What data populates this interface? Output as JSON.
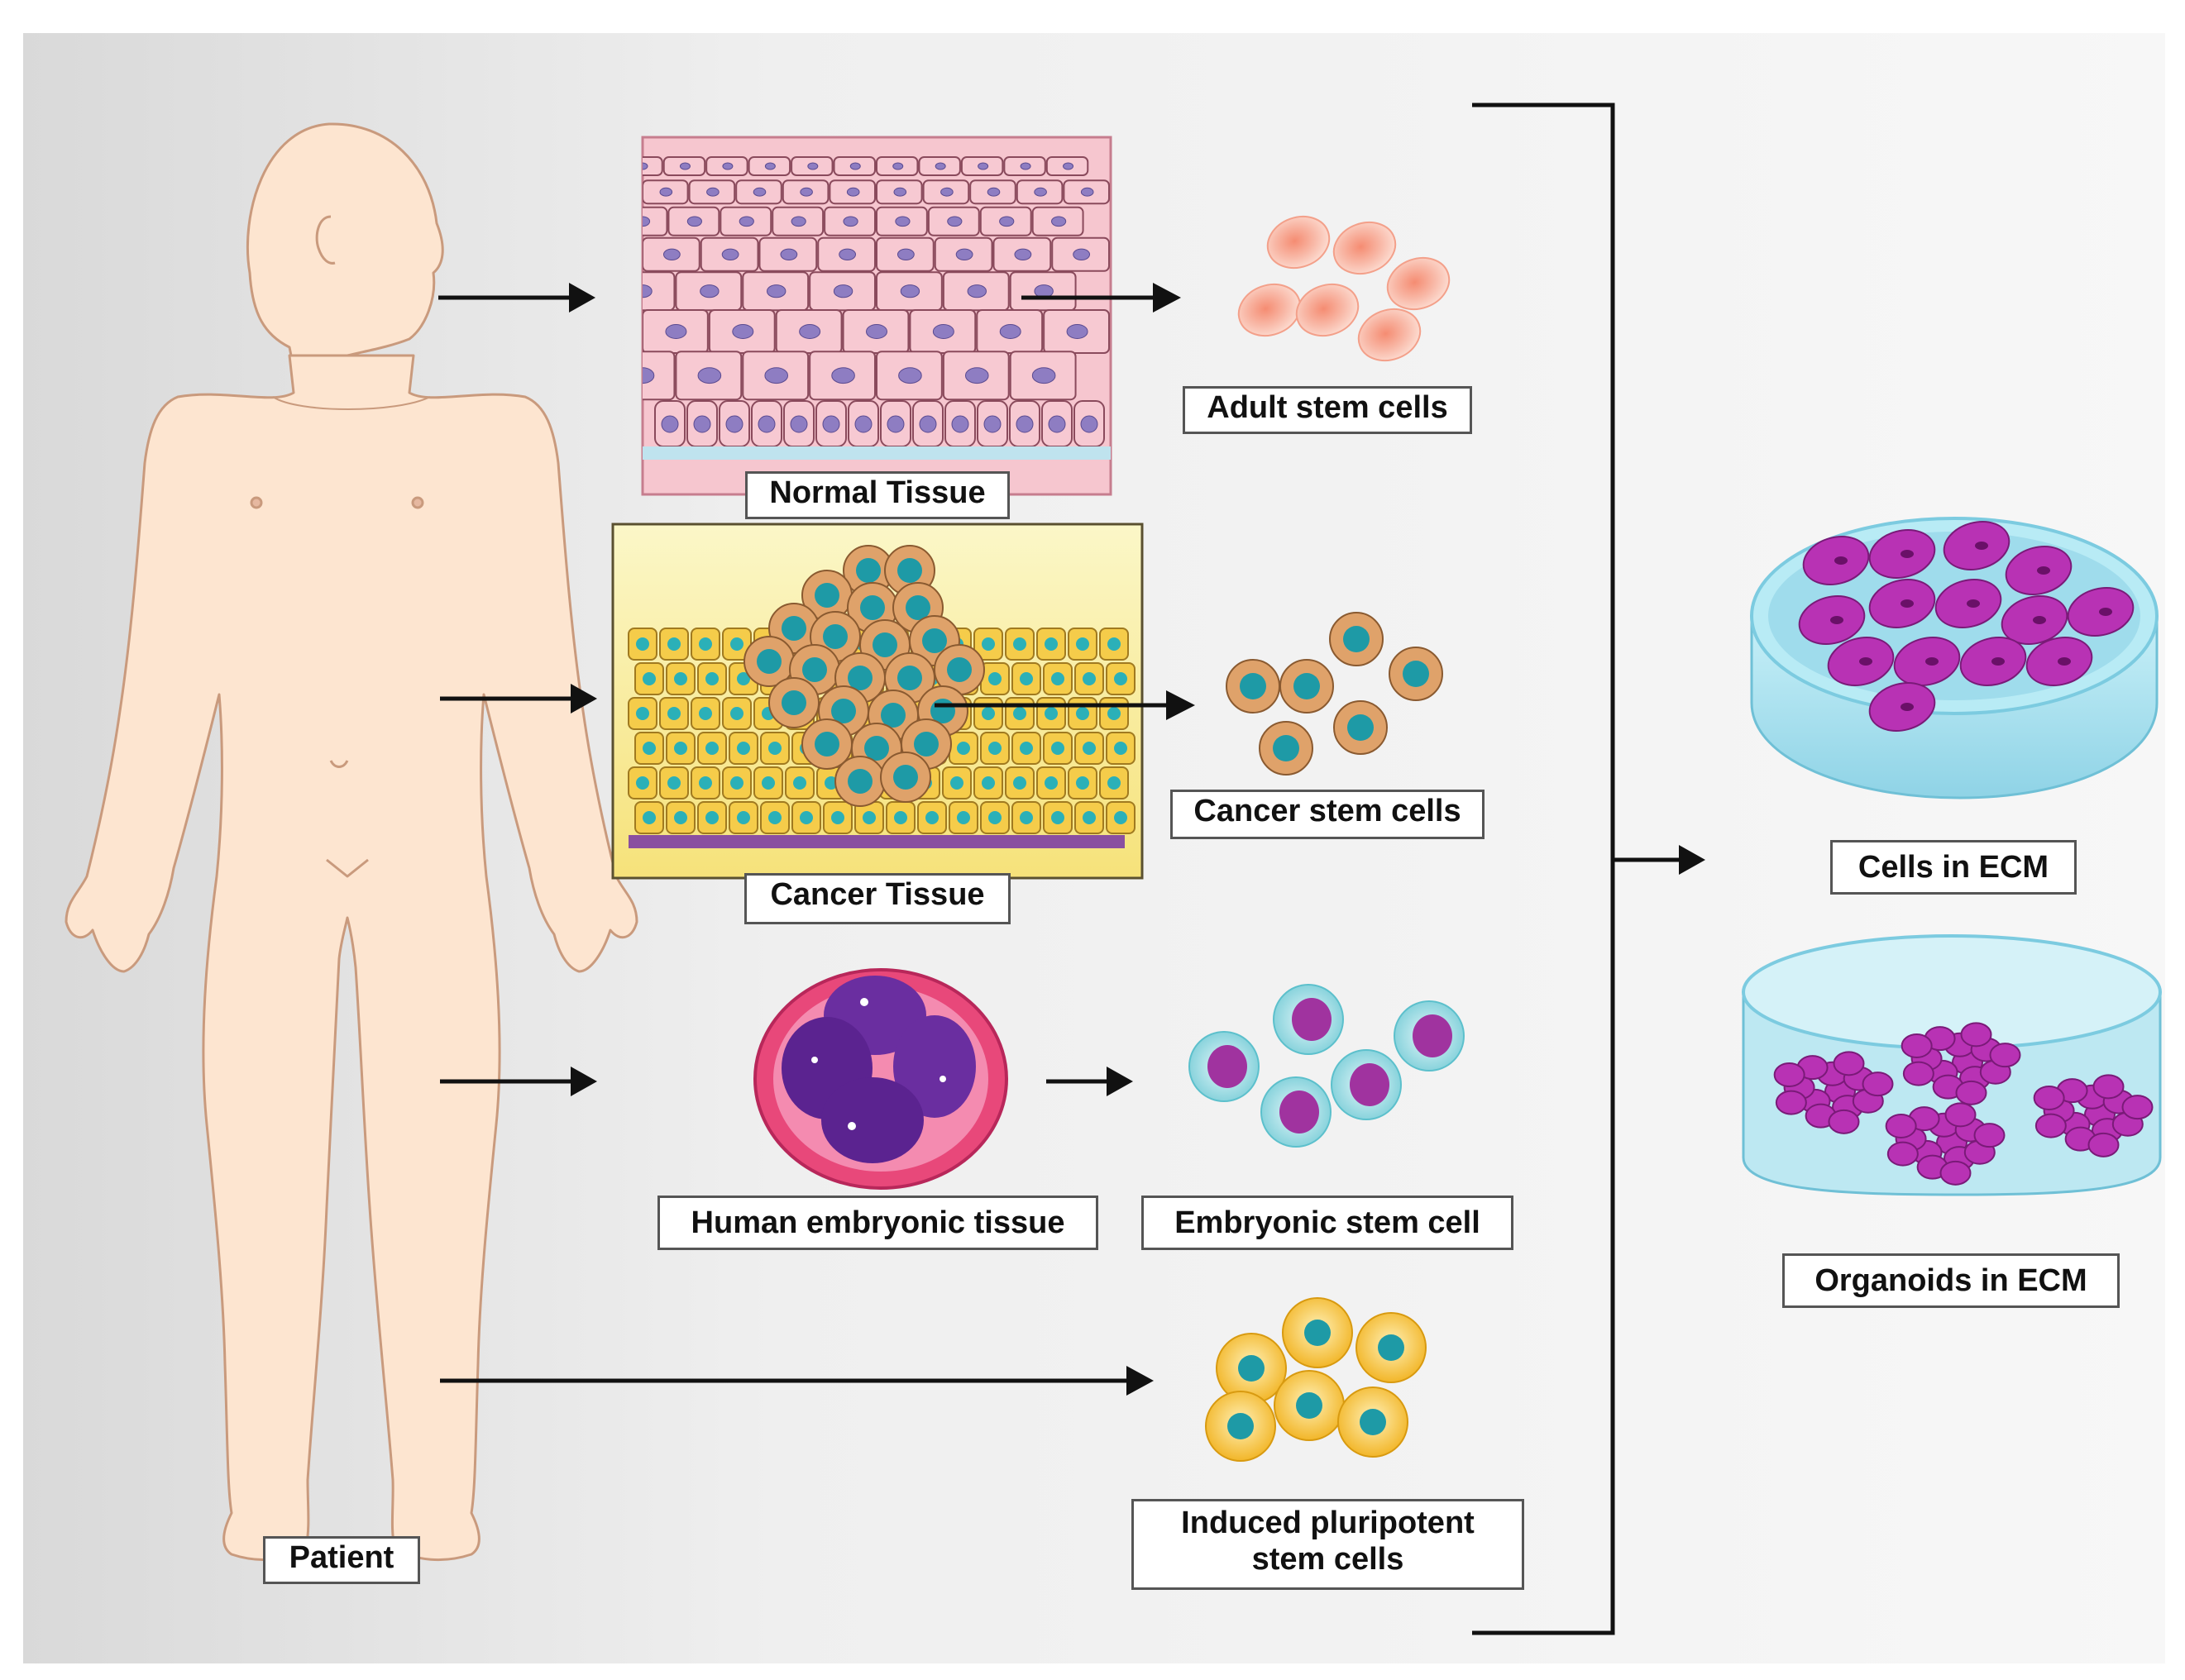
{
  "labels": {
    "patient": "Patient",
    "normal_tissue": "Normal Tissue",
    "adult_stem_cells": "Adult stem cells",
    "cancer_tissue": "Cancer Tissue",
    "cancer_stem_cells": "Cancer stem cells",
    "human_embryonic_tissue": "Human embryonic tissue",
    "embryonic_stem_cell": "Embryonic stem cell",
    "induced_pluripotent_line1": "Induced pluripotent",
    "induced_pluripotent_line2": "stem cells",
    "cells_in_ecm": "Cells in ECM",
    "organoids_in_ecm": "Organoids in ECM"
  },
  "colors": {
    "skin": "#fde5d0",
    "skin_outline": "#d4a88a",
    "normal_tissue_bg": "#f7c7cf",
    "cancer_tissue_bg": "#fbf2a8",
    "cancer_cell": "#e0a067",
    "cancer_nucleus": "#1e9aa6",
    "adult_cell": "#f8b5a3",
    "embryo_outer": "#e8487a",
    "embryo_cell": "#6a2ea0",
    "embryonic_cell": "#a4e0e6",
    "ipsc_cell": "#f6c246",
    "ecm_dish": "#a9e2ef",
    "ecm_cell": "#b832b4",
    "arrow": "#111111"
  },
  "icons": [
    "human-body-icon",
    "normal-tissue-icon",
    "cancer-tissue-icon",
    "embryo-icon",
    "adult-stem-cells-icon",
    "cancer-stem-cells-icon",
    "embryonic-stem-cells-icon",
    "ipsc-icon",
    "petri-dish-icon",
    "organoid-dish-icon"
  ]
}
